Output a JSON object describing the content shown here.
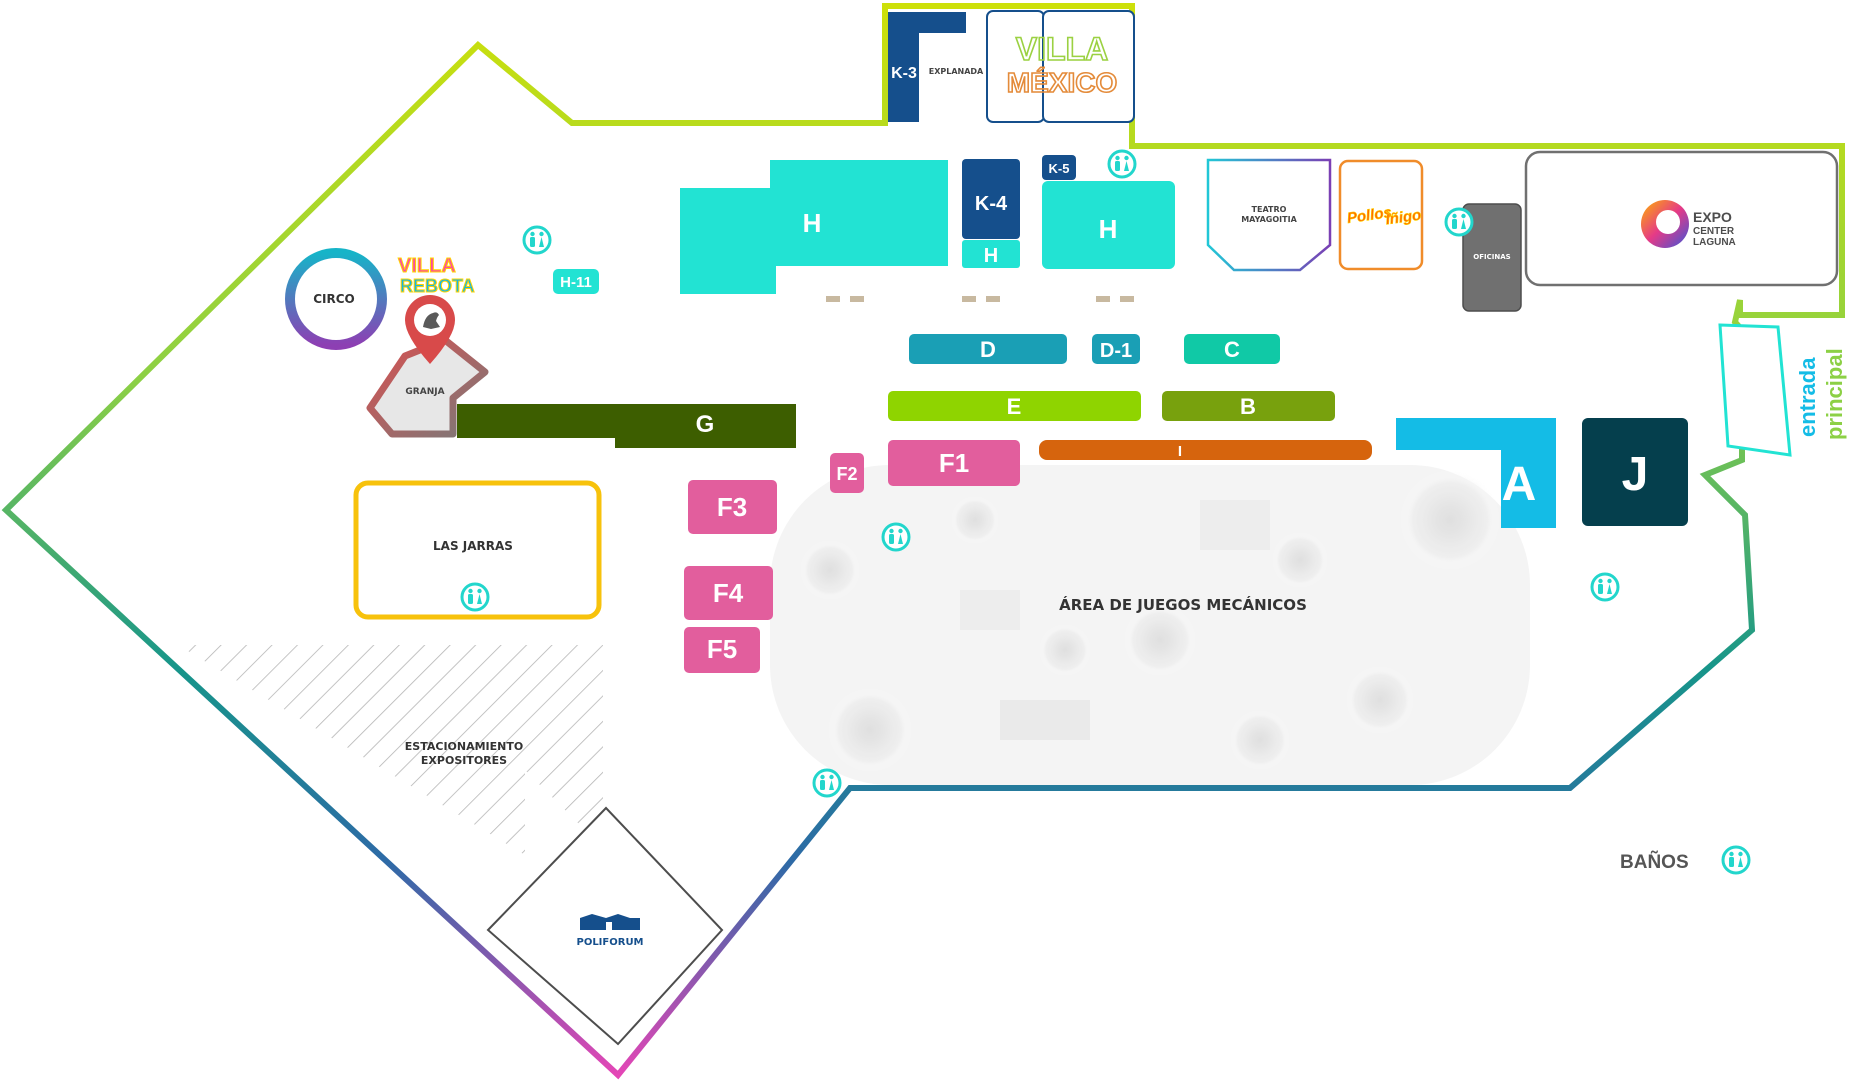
{
  "map": {
    "booths": {
      "h_left": "H",
      "h_small": "H",
      "h_right": "H",
      "k3": "K-3",
      "k4": "K-4",
      "k5": "K-5",
      "h11": "H-11",
      "d": "D",
      "d1": "D-1",
      "c": "C",
      "e": "E",
      "b": "B",
      "i": "I",
      "g": "G",
      "f1": "F1",
      "f2": "F2",
      "f3": "F3",
      "f4": "F4",
      "f5": "F5",
      "a": "A",
      "j": "J"
    },
    "areas": {
      "explanada": "EXPLANADA",
      "villa_mexico_line1": "VILLA",
      "villa_mexico_line2": "MÉXICO",
      "teatro_line1": "TEATRO",
      "teatro_line2": "MAYAGOITIA",
      "pollos_line1": "Pollos",
      "pollos_line2": "Ìñigo",
      "oficinas": "OFICINAS",
      "expo_line1": "EXPO",
      "expo_line2": "CENTER",
      "expo_line3": "LAGUNA",
      "circo": "CIRCO",
      "villa_rebota_line1": "VILLA",
      "villa_rebota_line2": "REBOTA",
      "granja": "GRANJA",
      "las_jarras": "LAS JARRAS",
      "estacionamiento_line1": "ESTACIONAMIENTO",
      "estacionamiento_line2": "EXPOSITORES",
      "juegos": "ÁREA DE JUEGOS MECÁNICOS",
      "poliforum": "POLIFORUM",
      "entrada_line1": "entrada",
      "entrada_line2": "principal"
    },
    "legend": {
      "banos": "BAÑOS",
      "icon": "restroom-icon"
    },
    "colors": {
      "aqua": "#22e3d3",
      "navy": "#154f8c",
      "teal_d": "#1a9fb5",
      "teal_c": "#10c9a6",
      "lime": "#8fd400",
      "olive": "#78a10d",
      "orange": "#d6640d",
      "darkgreen": "#3d5e00",
      "pink": "#e25e9d",
      "sky": "#14bce6",
      "darkteal": "#053f4d",
      "gray": "#707070",
      "outline_top": "#cde00a",
      "outline_mid": "#1a9f8a",
      "outline_bottom": "#e446b6"
    }
  }
}
